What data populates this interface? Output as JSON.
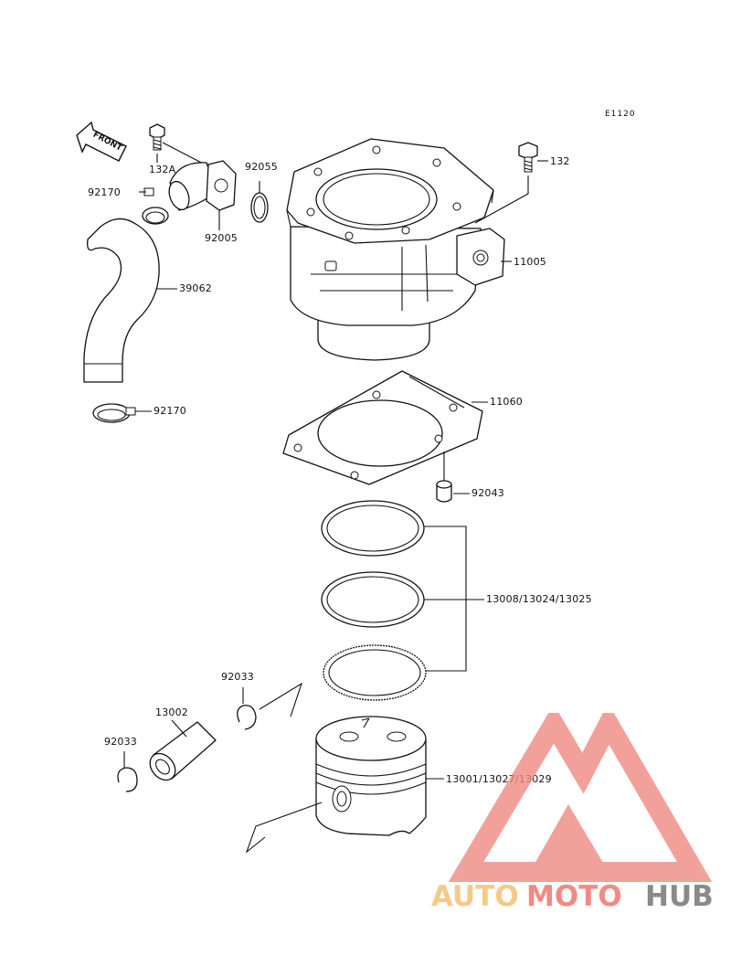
{
  "diagram_code": "E1120",
  "front_label": "FRONT",
  "parts": {
    "bolt_132a": "132A",
    "clamp_upper": "92170",
    "fitting": "92005",
    "o_ring": "92055",
    "hose": "39062",
    "clamp_lower": "92170",
    "bolt_132": "132",
    "cylinder": "11005",
    "gasket": "11060",
    "dowel_pin": "92043",
    "piston_rings": "13008/13024/13025",
    "circlip_right": "92033",
    "piston_pin": "13002",
    "circlip_left": "92033",
    "piston": "13001/13027/13029"
  },
  "watermark": {
    "word_auto": "AUTO",
    "word_moto": "MOTO",
    "word_hub": "HUB",
    "colors": {
      "auto": "#f5c98a",
      "moto": "#f08a82",
      "hub": "#8a8a8a",
      "triangle": "#f08a82"
    }
  }
}
